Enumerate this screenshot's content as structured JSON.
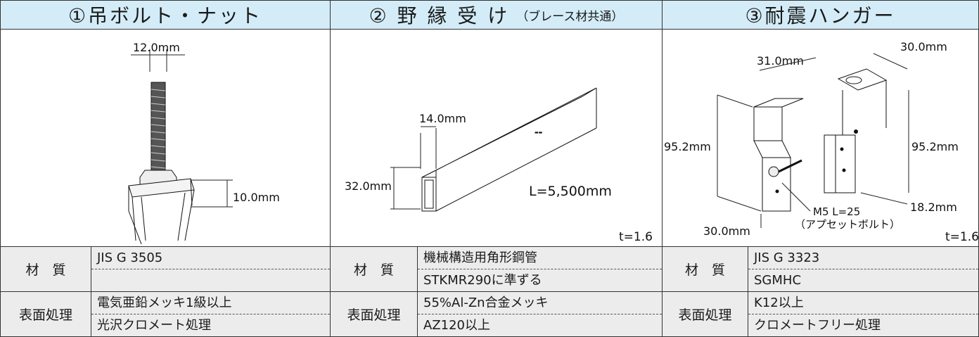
{
  "columns": [
    {
      "title": "①吊ボルト・ナット",
      "title_note": "",
      "dims": [
        "12.0mm",
        "10.0mm"
      ],
      "thickness": "",
      "length": "",
      "material_label": "材　質",
      "material": [
        "JIS G 3505",
        ""
      ],
      "surface_label": "表面処理",
      "surface": [
        "電気亜鉛メッキ1級以上",
        "光沢クロメート処理"
      ]
    },
    {
      "title": "② 野 縁 受 け",
      "title_note": "（ブレース材共通）",
      "dims": [
        "14.0mm",
        "32.0mm"
      ],
      "length": "L=5,500mm",
      "thickness": "t=1.6",
      "material_label": "材　質",
      "material": [
        "機械構造用角形鋼管",
        "STKMR290に準ずる"
      ],
      "surface_label": "表面処理",
      "surface": [
        "55%Al-Zn合金メッキ",
        "AZ120以上"
      ]
    },
    {
      "title": "③耐震ハンガー",
      "title_note": "",
      "dims": [
        "31.0mm",
        "30.0mm",
        "95.2mm",
        "95.2mm",
        "18.2mm",
        "30.0mm"
      ],
      "bolt": [
        "M5 L=25",
        "（アプセットボルト）"
      ],
      "thickness": "t=1.6",
      "length": "",
      "material_label": "材　質",
      "material": [
        "JIS G 3323",
        "SGMHC"
      ],
      "surface_label": "表面処理",
      "surface": [
        "K12以上",
        "クロメートフリー処理"
      ]
    }
  ],
  "colors": {
    "header_bg": "#d3ecf8",
    "cell_bg": "#ececec",
    "border": "#333333"
  }
}
